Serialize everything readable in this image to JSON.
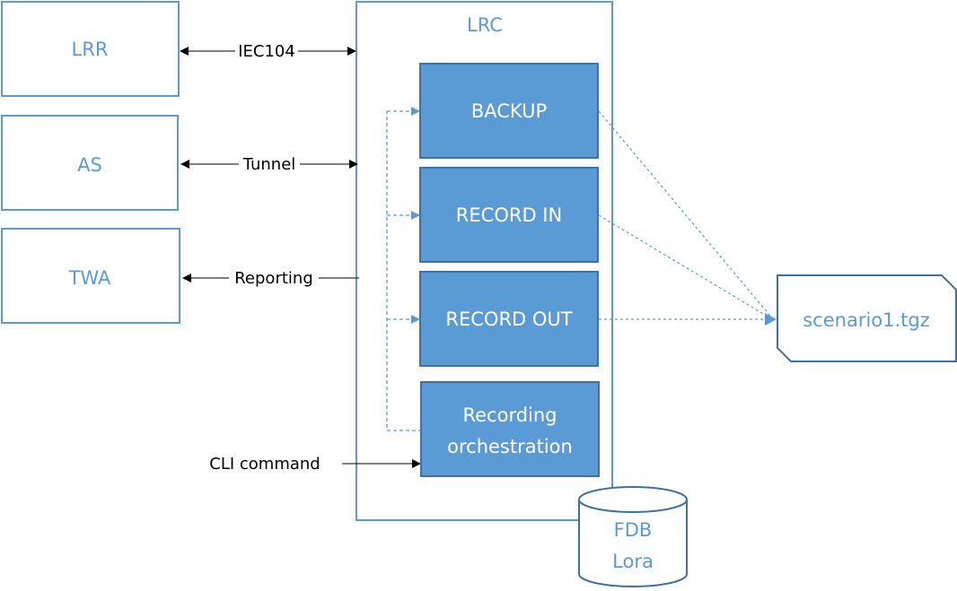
{
  "colors": {
    "accent": "#5b9bd5",
    "module_fill": "#5b9bd5",
    "module_border": "#41719c",
    "line": "#000000"
  },
  "external_systems": [
    {
      "id": "lrr",
      "label": "LRR"
    },
    {
      "id": "as",
      "label": "AS"
    },
    {
      "id": "twa",
      "label": "TWA"
    }
  ],
  "connections": [
    {
      "label": "IEC104",
      "from": "LRR",
      "to": "LRC",
      "direction": "bidirectional"
    },
    {
      "label": "Tunnel",
      "from": "AS",
      "to": "LRC",
      "direction": "bidirectional"
    },
    {
      "label": "Reporting",
      "from": "LRC",
      "to": "TWA",
      "direction": "to-TWA"
    },
    {
      "label": "CLI command",
      "from": "external",
      "to": "Recording orchestration",
      "direction": "inbound"
    }
  ],
  "container": {
    "label": "LRC"
  },
  "modules": [
    {
      "id": "backup",
      "lines": [
        "BACKUP"
      ]
    },
    {
      "id": "record-in",
      "lines": [
        "RECORD IN"
      ]
    },
    {
      "id": "record-out",
      "lines": [
        "RECORD OUT"
      ]
    },
    {
      "id": "orchestration",
      "lines": [
        "Recording",
        "orchestration"
      ]
    }
  ],
  "database": {
    "lines": [
      "FDB",
      "Lora"
    ]
  },
  "output_file": {
    "label": "scenario1.tgz"
  }
}
